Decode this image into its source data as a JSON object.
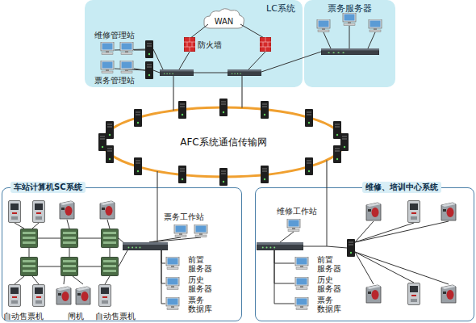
{
  "diagram": {
    "nodes": [
      {
        "text": [
          "LC系统"
        ]
      },
      {
        "text": [
          "WAN"
        ],
        "in": 0
      },
      {
        "text": [
          "票务服务器"
        ]
      },
      {
        "text": [
          "AFC系统通信传输网"
        ]
      },
      {
        "text": [
          "车站计算机SC系统"
        ]
      },
      {
        "text": [
          "维修、培训中心系统"
        ]
      }
    ],
    "edges": [
      {
        "from": 0,
        "to": 3,
        "arrow": "none"
      },
      {
        "from": 0,
        "to": 3,
        "arrow": "none"
      },
      {
        "from": 3,
        "to": 4,
        "arrow": "none"
      },
      {
        "from": 3,
        "to": 5,
        "arrow": "none"
      }
    ],
    "labels": [
      "维修管理站",
      "票务管理站",
      "防火墙",
      "票务工作站",
      "前置 服务器",
      "历史 服务器",
      "票务 数据库",
      "自动售票机",
      "闸机",
      "自动售票机",
      "维修工作站",
      "前置 服务器",
      "历史 服务器",
      "票务 数据库"
    ]
  }
}
